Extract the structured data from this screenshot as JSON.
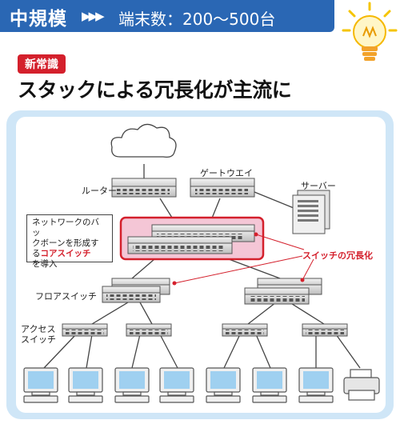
{
  "header": {
    "size_label": "中規模",
    "chevrons": "▶▶▶",
    "terminal_count": "端末数：200〜500台"
  },
  "tag": "新常識",
  "headline": "スタックによる冗長化が主流に",
  "diagram": {
    "labels": {
      "router": "ルーター",
      "gateway": "ゲートウエイ",
      "server": "サーバー",
      "floor_switch": "フロアスイッチ",
      "access_switch_line1": "アクセス",
      "access_switch_line2": "スイッチ",
      "redundancy": "スイッチの冗長化"
    },
    "callout": {
      "line1": "ネットワークのバッ",
      "line2": "クボーンを形成す",
      "line3_prefix": "る",
      "line3_bold": "コアスイッチ",
      "line4": "を導入"
    }
  },
  "colors": {
    "header_blue": "#2a67b4",
    "panel_blue": "#cfe6f7",
    "accent_red": "#d4202c",
    "core_highlight": "#f4c6d6"
  },
  "icons": [
    "lightbulb-icon",
    "cloud-icon",
    "router-icon",
    "gateway-icon",
    "server-icon",
    "switch-icon",
    "pc-icon",
    "printer-icon"
  ]
}
